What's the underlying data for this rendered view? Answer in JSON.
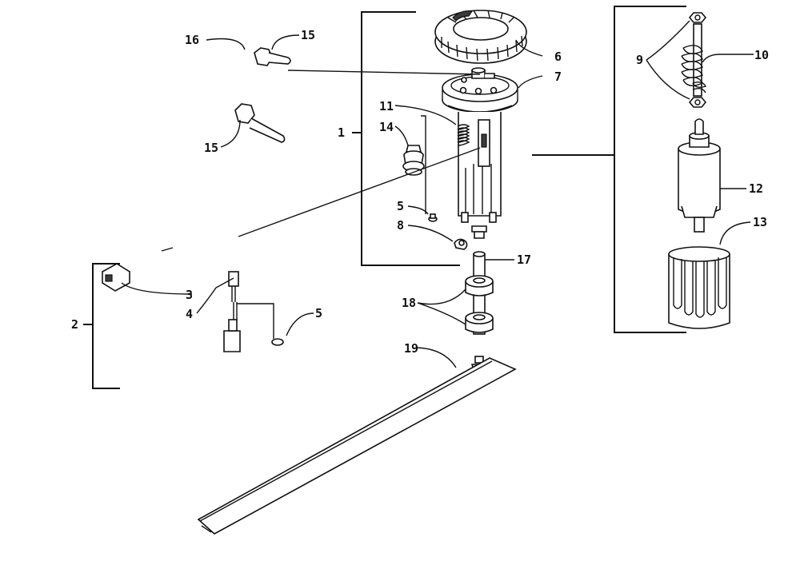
{
  "diagram": {
    "callouts": [
      {
        "id": "c1",
        "text": "1"
      },
      {
        "id": "c2",
        "text": "2"
      },
      {
        "id": "c3",
        "text": "3"
      },
      {
        "id": "c4",
        "text": "4"
      },
      {
        "id": "c5a",
        "text": "5"
      },
      {
        "id": "c5b",
        "text": "5"
      },
      {
        "id": "c6",
        "text": "6"
      },
      {
        "id": "c7",
        "text": "7"
      },
      {
        "id": "c8",
        "text": "8"
      },
      {
        "id": "c9",
        "text": "9"
      },
      {
        "id": "c10",
        "text": "10"
      },
      {
        "id": "c11",
        "text": "11"
      },
      {
        "id": "c12",
        "text": "12"
      },
      {
        "id": "c13",
        "text": "13"
      },
      {
        "id": "c14",
        "text": "14"
      },
      {
        "id": "c15a",
        "text": "15"
      },
      {
        "id": "c15b",
        "text": "15"
      },
      {
        "id": "c16",
        "text": "16"
      },
      {
        "id": "c17",
        "text": "17"
      },
      {
        "id": "c18",
        "text": "18"
      },
      {
        "id": "c19",
        "text": "19"
      }
    ]
  }
}
